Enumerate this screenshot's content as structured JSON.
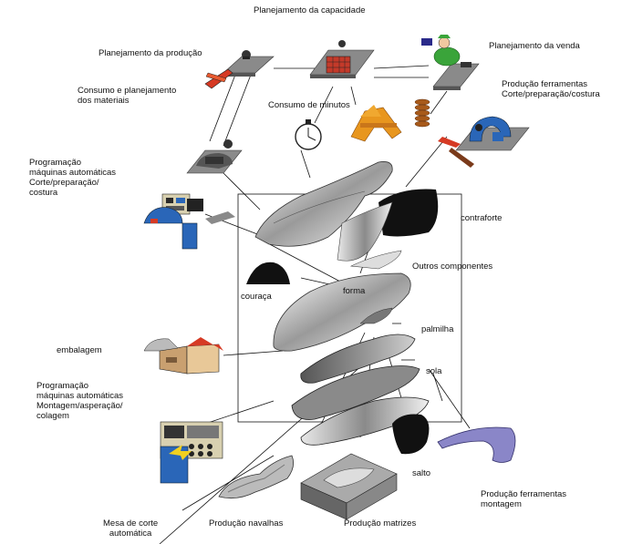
{
  "labels": {
    "capacity": "Planejamento da capacidade",
    "production_planning": "Planejamento da produção",
    "sales_planning": "Planejamento da venda",
    "materials": "Consumo e planejamento\ndos materiais",
    "tools_cutting": "Produção ferramentas\nCorte/preparação/costura",
    "minutes": "Consumo de minutos",
    "prog_sewing": "Programação\nmáquinas automáticas\nCorte/preparação/\ncostura",
    "heel_counter": "contraforte",
    "other_components": "Outros componentes",
    "toe_cap": "couraça",
    "last": "forma",
    "insole": "palmilha",
    "packaging": "embalagem",
    "sole": "sola",
    "prog_lasting": "Programação\nmáquinas automáticas\nMontagem/asperação/\ncolagem",
    "heel": "salto",
    "tools_lasting": "Produção ferramentas\nmontagem",
    "cutting_table": "Mesa de corte\nautomática",
    "knives": "Produção navalhas",
    "molds": "Produção matrizes"
  },
  "colors": {
    "line": "#111111",
    "plate_gray": "#8a8a8a",
    "machine_blue": "#2a66b8",
    "accent_red": "#d63a24",
    "accent_orange": "#e8961e",
    "green": "#3aa43a",
    "purple": "#8a86c8"
  }
}
